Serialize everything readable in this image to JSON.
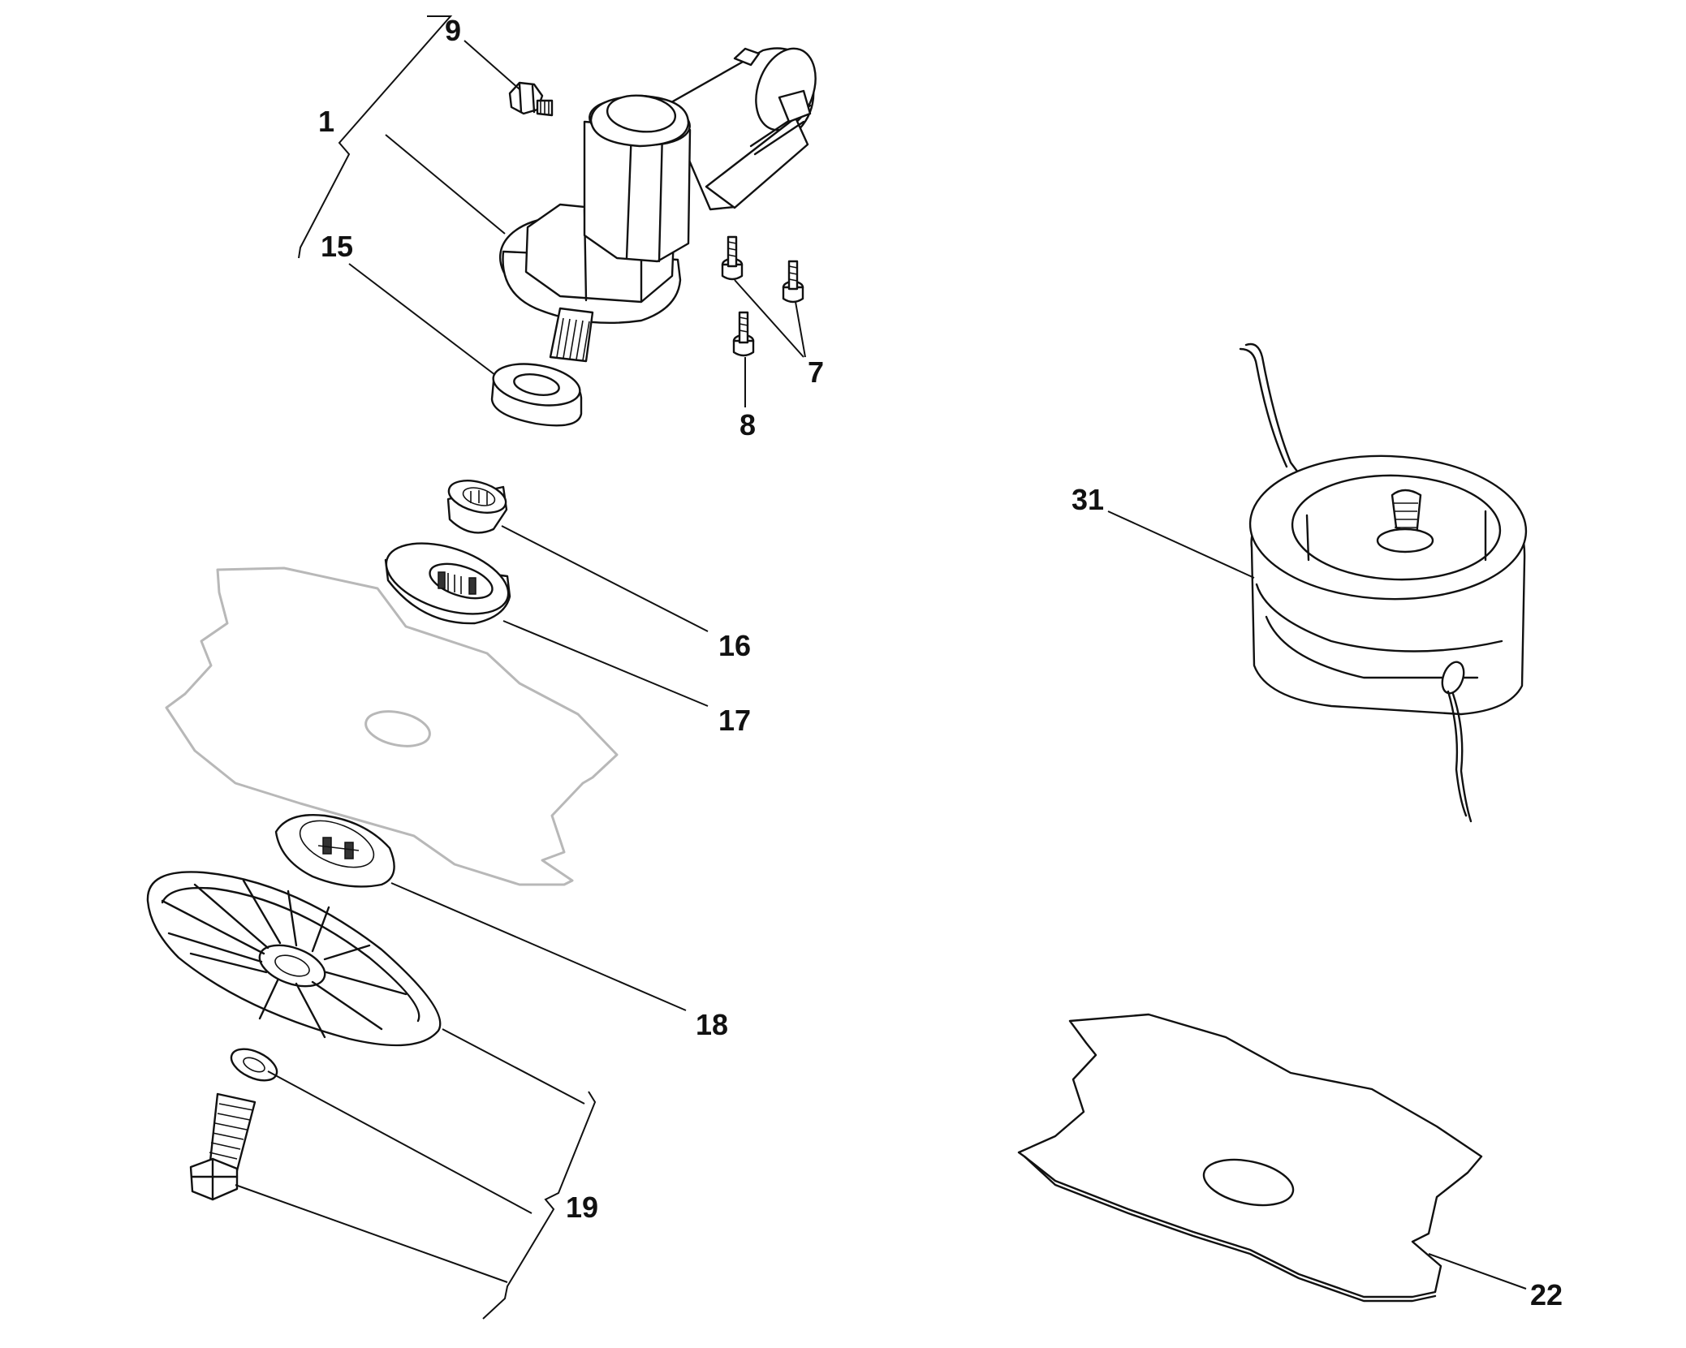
{
  "callouts": {
    "c1": "1",
    "c7": "7",
    "c8": "8",
    "c9": "9",
    "c15": "15",
    "c16": "16",
    "c17": "17",
    "c18": "18",
    "c19": "19",
    "c22": "22",
    "c31": "31"
  },
  "colors": {
    "line": "#111111",
    "ghost_blade": "#b8b8b8",
    "background": "#ffffff"
  }
}
